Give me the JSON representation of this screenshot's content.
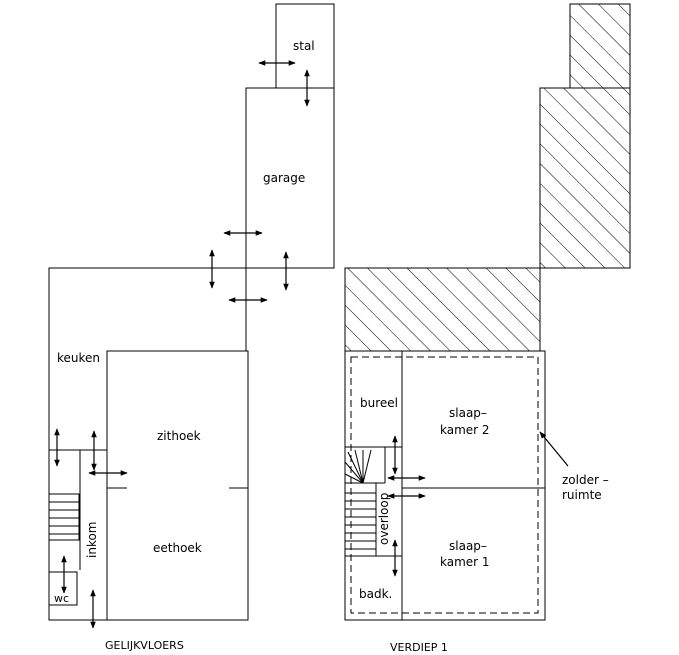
{
  "ground_floor": {
    "title": "GELIJKVLOERS",
    "rooms": {
      "stal": "stal",
      "garage": "garage",
      "keuken": "keuken",
      "zithoek": "zithoek",
      "eethoek": "eethoek",
      "inkom": "inkom",
      "wc": "wc"
    }
  },
  "first_floor": {
    "title": "VERDIEP 1",
    "rooms": {
      "bureel": "bureel",
      "slaapkamer2_line1": "slaap–",
      "slaapkamer2_line2": "kamer 2",
      "slaapkamer1_line1": "slaap–",
      "slaapkamer1_line2": "kamer 1",
      "overloop": "overloop",
      "badk": "badk.",
      "zolder_line1": "zolder –",
      "zolder_line2": "ruimte"
    }
  }
}
